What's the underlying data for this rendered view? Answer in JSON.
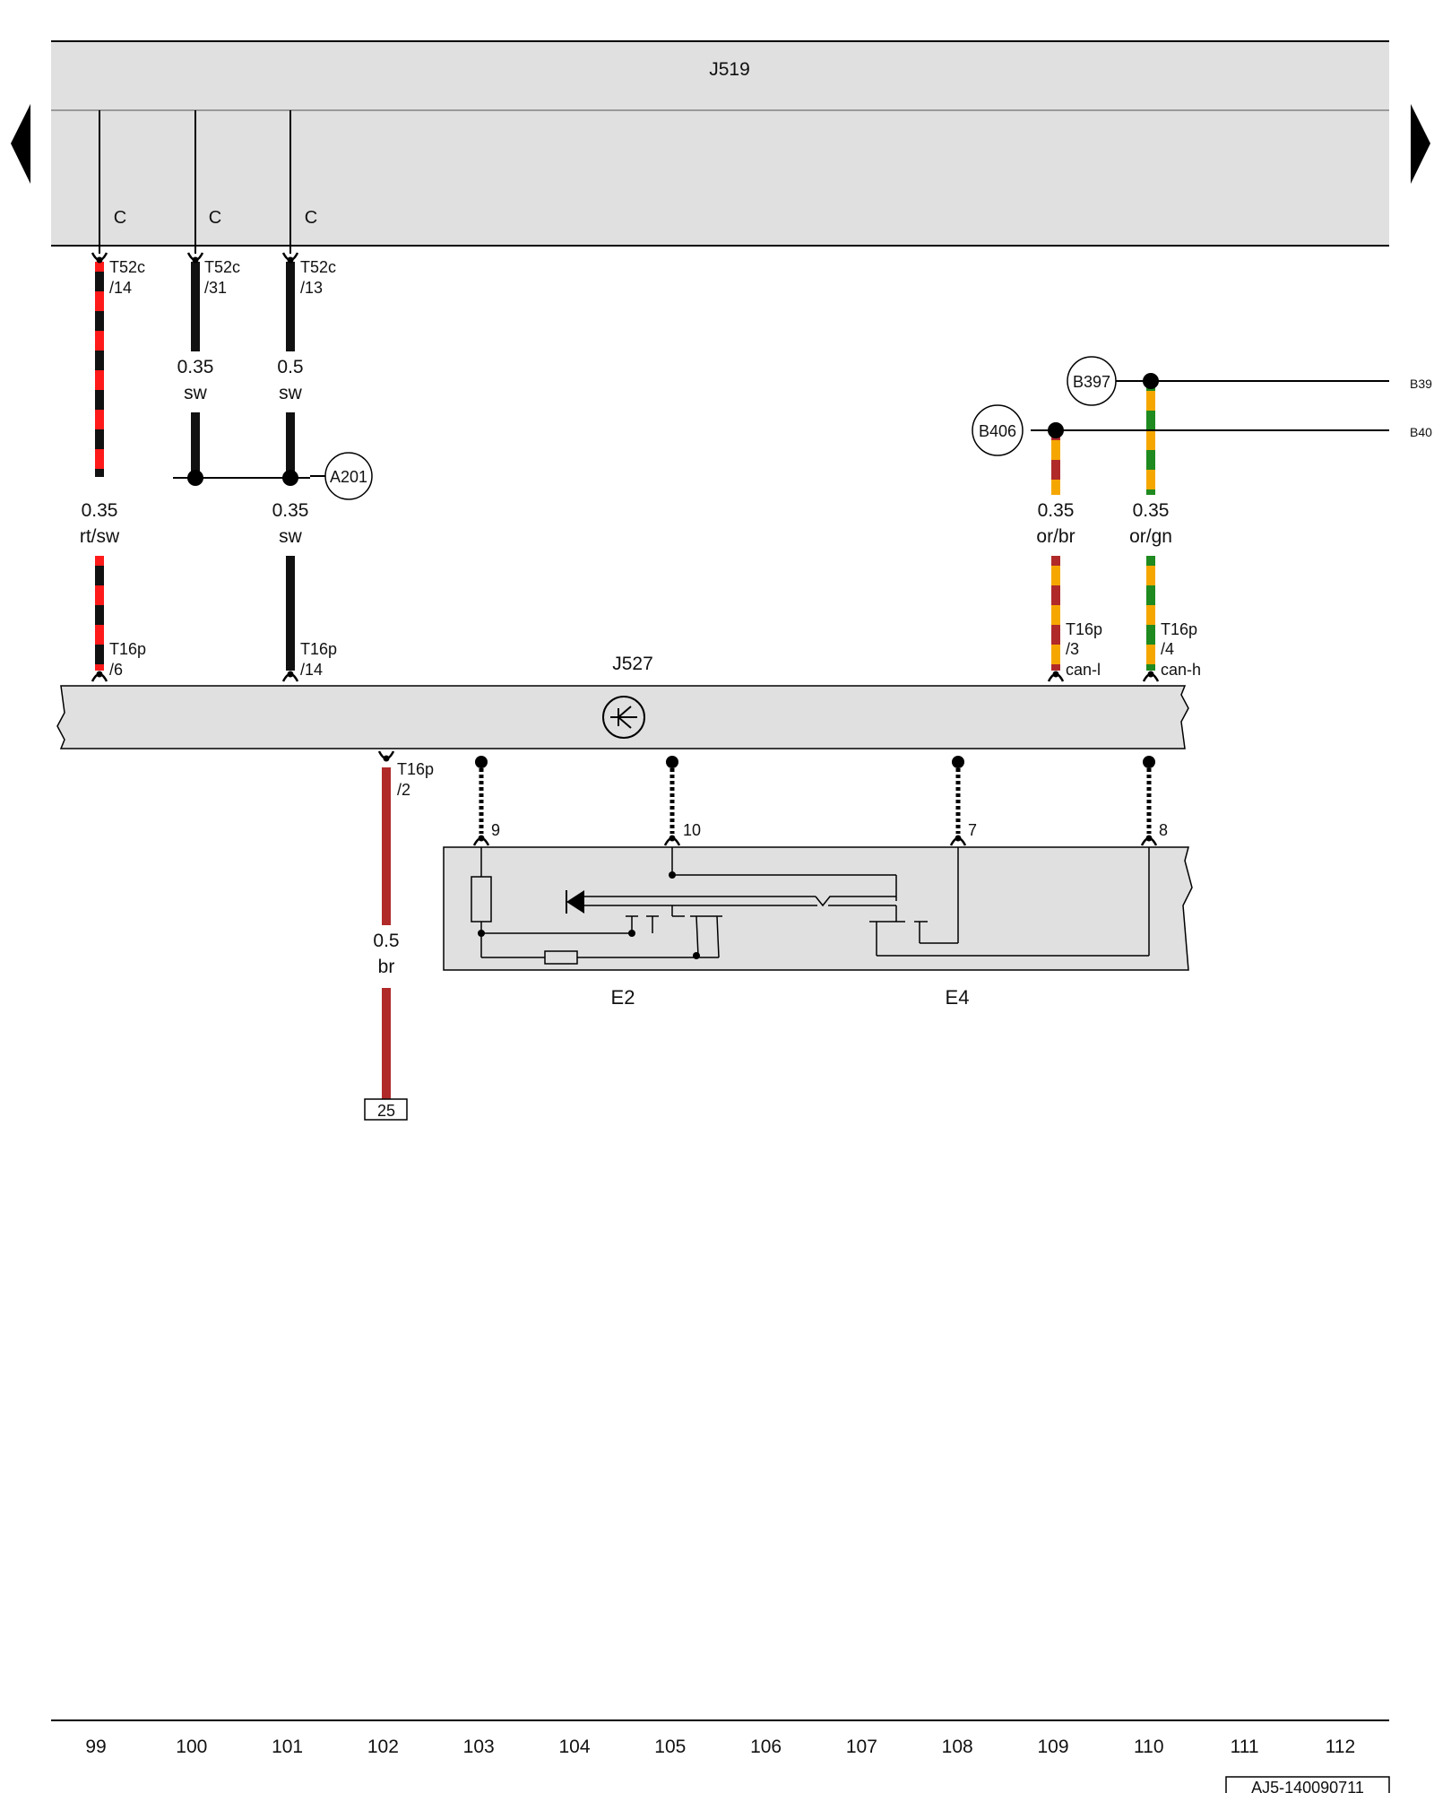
{
  "components": {
    "j519": "J519",
    "j527": "J527",
    "e2": "E2",
    "e4": "E4",
    "a201": "A201",
    "b406": "B406",
    "b397": "B397",
    "b39x_edge": "B39",
    "b40x_edge": "B40",
    "ground_ref": "25"
  },
  "pin_group_letter": "C",
  "connectors": {
    "t52c_14": {
      "name": "T52c",
      "pin": "/14"
    },
    "t52c_31": {
      "name": "T52c",
      "pin": "/31"
    },
    "t52c_13": {
      "name": "T52c",
      "pin": "/13"
    },
    "t16p_6": {
      "name": "T16p",
      "pin": "/6"
    },
    "t16p_14": {
      "name": "T16p",
      "pin": "/14"
    },
    "t16p_2": {
      "name": "T16p",
      "pin": "/2"
    },
    "t16p_3": {
      "name": "T16p",
      "pin": "/3",
      "signal": "can-l"
    },
    "t16p_4": {
      "name": "T16p",
      "pin": "/4",
      "signal": "can-h"
    }
  },
  "module_pins": {
    "p9": "9",
    "p10": "10",
    "p7": "7",
    "p8": "8"
  },
  "wires": {
    "w1": {
      "gauge": "0.35",
      "color": "rt/sw"
    },
    "w2": {
      "gauge": "0.35",
      "color": "sw"
    },
    "w3": {
      "gauge": "0.5",
      "color": "sw"
    },
    "w4": {
      "gauge": "0.35",
      "color": "sw"
    },
    "w5": {
      "gauge": "0.5",
      "color": "br"
    },
    "w6": {
      "gauge": "0.35",
      "color": "or/br"
    },
    "w7": {
      "gauge": "0.35",
      "color": "or/gn"
    }
  },
  "wire_colors": {
    "black": "#111111",
    "red": "#ff1a1a",
    "brown": "#b02a2a",
    "orange": "#f5a700",
    "green": "#1f8a1f",
    "box_fill": "#e0e0e0"
  },
  "grid_columns": [
    "99",
    "100",
    "101",
    "102",
    "103",
    "104",
    "105",
    "106",
    "107",
    "108",
    "109",
    "110",
    "111",
    "112"
  ],
  "drawing_code": "AJ5-140090711"
}
